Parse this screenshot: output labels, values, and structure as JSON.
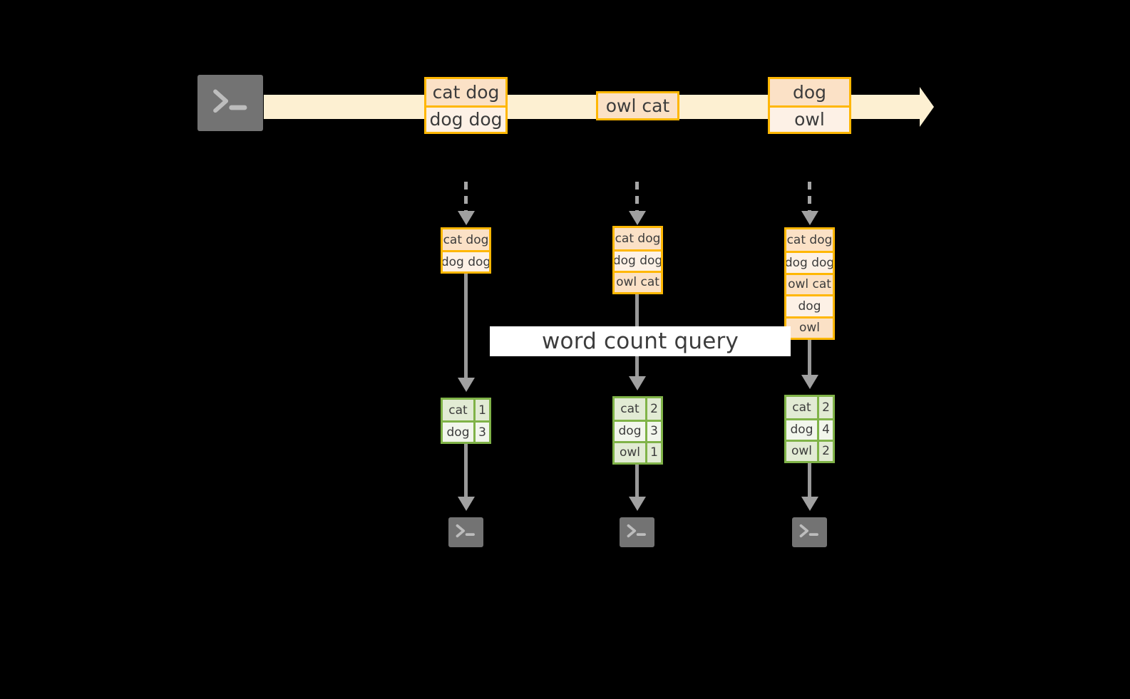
{
  "diagram": {
    "title_label": "word count query",
    "colors": {
      "background": "#000000",
      "timeline_fill": "#FDF0D2",
      "record_border": "#FFB703",
      "record_fill_dark": "#FBE1C6",
      "record_fill_light": "#FDF1E6",
      "table_border": "#80B348",
      "table_fill_dark": "#E2EBD4",
      "table_fill_light": "#F2F6EC",
      "connector": "#A0A0A0",
      "terminal_fill": "#737373",
      "label_fill": "#FFFFFF",
      "text": "#3C3C3C"
    },
    "producer": {
      "icon": "terminal-prompt-icon",
      "glyph": ">_"
    },
    "stream": {
      "icon": "right-arrow-icon",
      "events": [
        {
          "name": "event-group-1",
          "lines": [
            "cat dog",
            "dog dog"
          ]
        },
        {
          "name": "event-group-2",
          "lines": [
            "owl cat"
          ]
        },
        {
          "name": "event-group-3",
          "lines": [
            "dog",
            "owl"
          ]
        }
      ]
    },
    "snapshots": [
      {
        "name": "snapshot-1",
        "lines": [
          "cat dog",
          "dog dog"
        ],
        "result": {
          "rows": [
            {
              "word": "cat",
              "count": "1"
            },
            {
              "word": "dog",
              "count": "3"
            }
          ]
        },
        "consumer": {
          "icon": "terminal-prompt-icon",
          "glyph": ">_"
        }
      },
      {
        "name": "snapshot-2",
        "lines": [
          "cat dog",
          "dog dog",
          "owl cat"
        ],
        "result": {
          "rows": [
            {
              "word": "cat",
              "count": "2"
            },
            {
              "word": "dog",
              "count": "3"
            },
            {
              "word": "owl",
              "count": "1"
            }
          ]
        },
        "consumer": {
          "icon": "terminal-prompt-icon",
          "glyph": ">_"
        }
      },
      {
        "name": "snapshot-3",
        "lines": [
          "cat dog",
          "dog dog",
          "owl cat",
          "dog",
          "owl"
        ],
        "result": {
          "rows": [
            {
              "word": "cat",
              "count": "2"
            },
            {
              "word": "dog",
              "count": "4"
            },
            {
              "word": "owl",
              "count": "2"
            }
          ]
        },
        "consumer": {
          "icon": "terminal-prompt-icon",
          "glyph": ">_"
        }
      }
    ]
  }
}
